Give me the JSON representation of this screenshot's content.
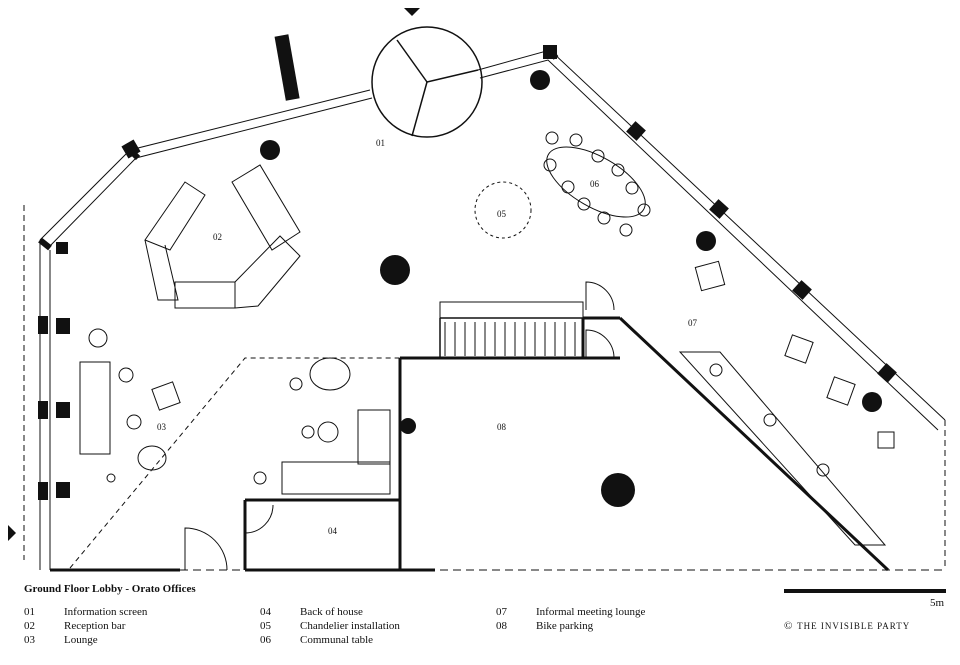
{
  "title": "Ground Floor Lobby - Orato Offices",
  "legend": [
    {
      "num": "01",
      "label": "Information screen"
    },
    {
      "num": "02",
      "label": "Reception bar"
    },
    {
      "num": "03",
      "label": "Lounge"
    },
    {
      "num": "04",
      "label": "Back of house"
    },
    {
      "num": "05",
      "label": "Chandelier installation"
    },
    {
      "num": "06",
      "label": "Communal table"
    },
    {
      "num": "07",
      "label": "Informal meeting lounge"
    },
    {
      "num": "08",
      "label": "Bike parking"
    }
  ],
  "room_labels": [
    "01",
    "02",
    "03",
    "04",
    "05",
    "06",
    "07",
    "08"
  ],
  "scale": {
    "label": "5m"
  },
  "credit": {
    "symbol": "©",
    "name": "The Invisible Party"
  },
  "colors": {
    "line": "#111111",
    "background": "#ffffff"
  }
}
